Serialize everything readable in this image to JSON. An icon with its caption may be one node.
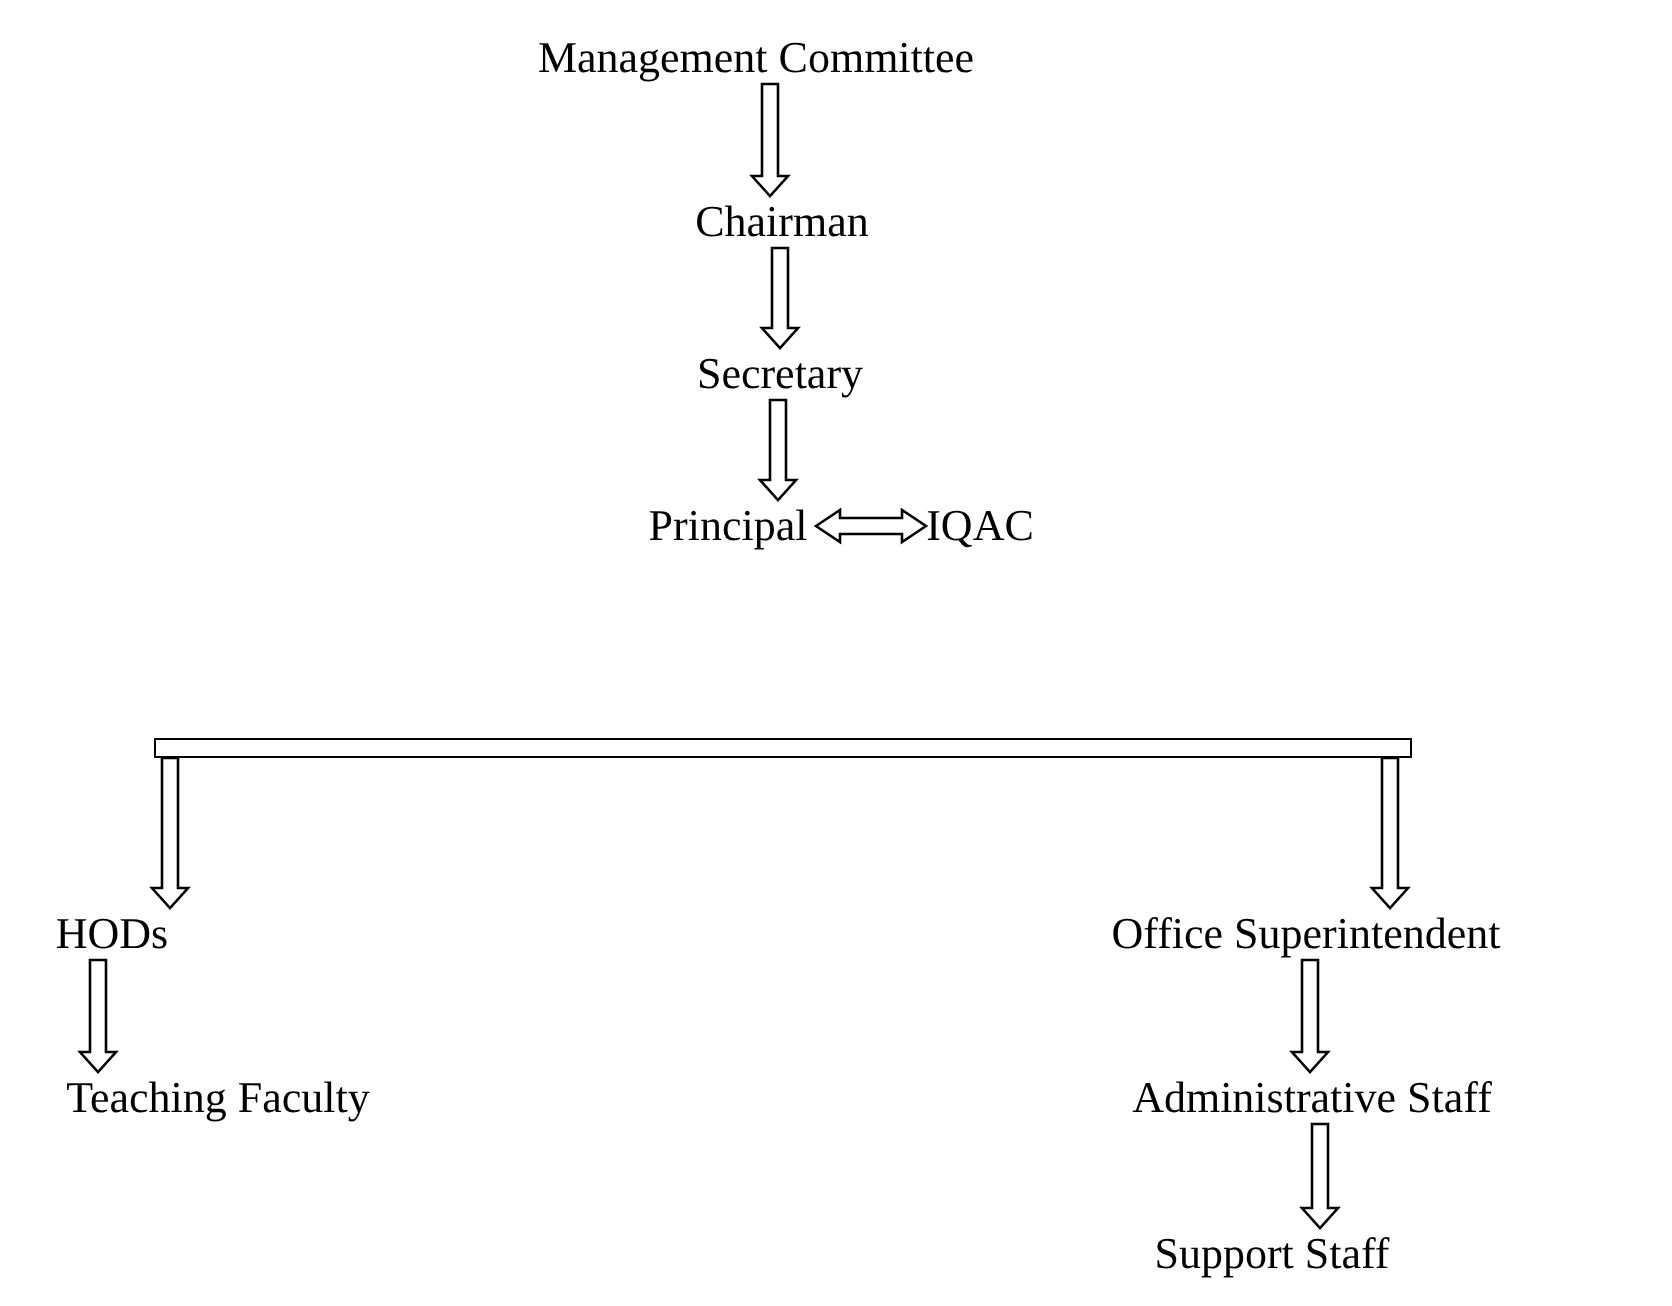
{
  "diagram": {
    "nodes": [
      {
        "text": [
          "Management Committee"
        ]
      },
      {
        "text": [
          "Chairman"
        ]
      },
      {
        "text": [
          "Secretary"
        ]
      },
      {
        "text": [
          "Principal"
        ]
      },
      {
        "text": [
          "IQAC"
        ]
      },
      {
        "text": [],
        "shape": "bar"
      },
      {
        "text": [
          "HODs"
        ]
      },
      {
        "text": [
          "Office Superintendent"
        ]
      },
      {
        "text": [
          "Teaching Faculty"
        ]
      },
      {
        "text": [
          "Administrative Staff"
        ]
      },
      {
        "text": [
          "Support Staff"
        ]
      }
    ],
    "edges": [
      {
        "from": 0,
        "to": 1,
        "arrow": "to"
      },
      {
        "from": 1,
        "to": 2,
        "arrow": "to"
      },
      {
        "from": 2,
        "to": 3,
        "arrow": "to"
      },
      {
        "from": 3,
        "to": 4,
        "arrow": "both"
      },
      {
        "from": 5,
        "to": 6,
        "arrow": "to"
      },
      {
        "from": 5,
        "to": 7,
        "arrow": "to"
      },
      {
        "from": 6,
        "to": 8,
        "arrow": "to"
      },
      {
        "from": 7,
        "to": 9,
        "arrow": "to"
      },
      {
        "from": 9,
        "to": 10,
        "arrow": "to"
      }
    ]
  }
}
